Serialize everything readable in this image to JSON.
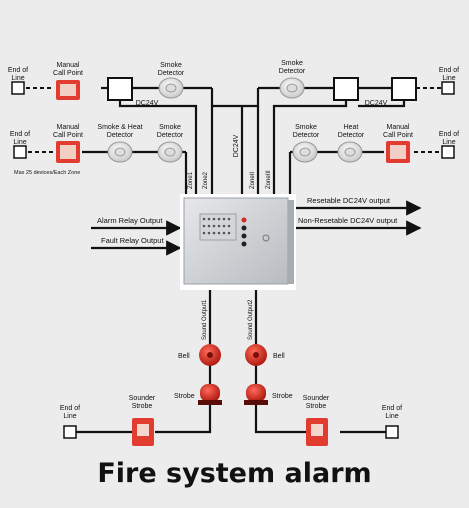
{
  "caption": "Fire system alarm",
  "labels": {
    "eol": [
      "End of",
      "Line"
    ],
    "manual_call_point": [
      "Manual",
      "Call Point"
    ],
    "smoke_detector": [
      "Smoke",
      "Detector"
    ],
    "smoke_heat_detector": [
      "Smoke & Heat",
      "Detector"
    ],
    "heat_detector": [
      "Heat",
      "Detector"
    ],
    "dc24v": "DC24V",
    "max_devices": "Max 25 devices/Each Zone",
    "zone1": "Zone1",
    "zone2": "Zone2",
    "zone_ii": "ZoneII",
    "zone_iii": "ZoneIII",
    "resetable": "Resetable DC24V output",
    "non_resetable": "Non-Resetable DC24V output",
    "alarm_relay": "Alarm Relay Output",
    "fault_relay": "Fault Relay Output",
    "sound_output1": "Sound Output1",
    "sound_output2": "Sound Output2",
    "bell": "Bell",
    "strobe": "Strobe",
    "sounder_strobe": [
      "Sounder",
      "Strobe"
    ]
  }
}
